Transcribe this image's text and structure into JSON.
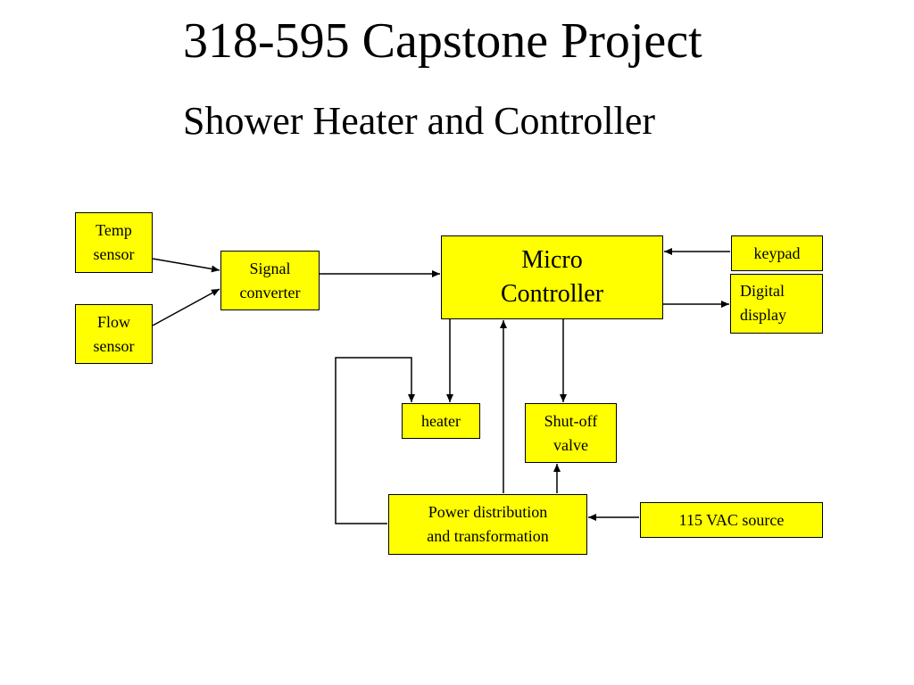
{
  "title": "318-595 Capstone Project",
  "subtitle": "Shower Heater and Controller",
  "colors": {
    "block_fill": "#ffff00",
    "line": "#000000",
    "background": "#ffffff"
  },
  "blocks": {
    "temp_sensor": "Temp\nsensor",
    "flow_sensor": "Flow\nsensor",
    "signal_converter": "Signal\nconverter",
    "micro_controller": "Micro\nController",
    "keypad": "keypad",
    "digital_display": "Digital\ndisplay",
    "heater": "heater",
    "shutoff_valve": "Shut-off\nvalve",
    "power_distribution": "Power distribution\nand transformation",
    "vac_source": "115 VAC source"
  },
  "connections": [
    {
      "from": "temp_sensor",
      "to": "signal_converter"
    },
    {
      "from": "flow_sensor",
      "to": "signal_converter"
    },
    {
      "from": "signal_converter",
      "to": "micro_controller"
    },
    {
      "from": "keypad",
      "to": "micro_controller"
    },
    {
      "from": "micro_controller",
      "to": "digital_display"
    },
    {
      "from": "micro_controller",
      "to": "heater"
    },
    {
      "from": "micro_controller",
      "to": "shutoff_valve"
    },
    {
      "from": "power_distribution",
      "to": "micro_controller"
    },
    {
      "from": "power_distribution",
      "to": "heater"
    },
    {
      "from": "power_distribution",
      "to": "shutoff_valve"
    },
    {
      "from": "vac_source",
      "to": "power_distribution"
    }
  ]
}
